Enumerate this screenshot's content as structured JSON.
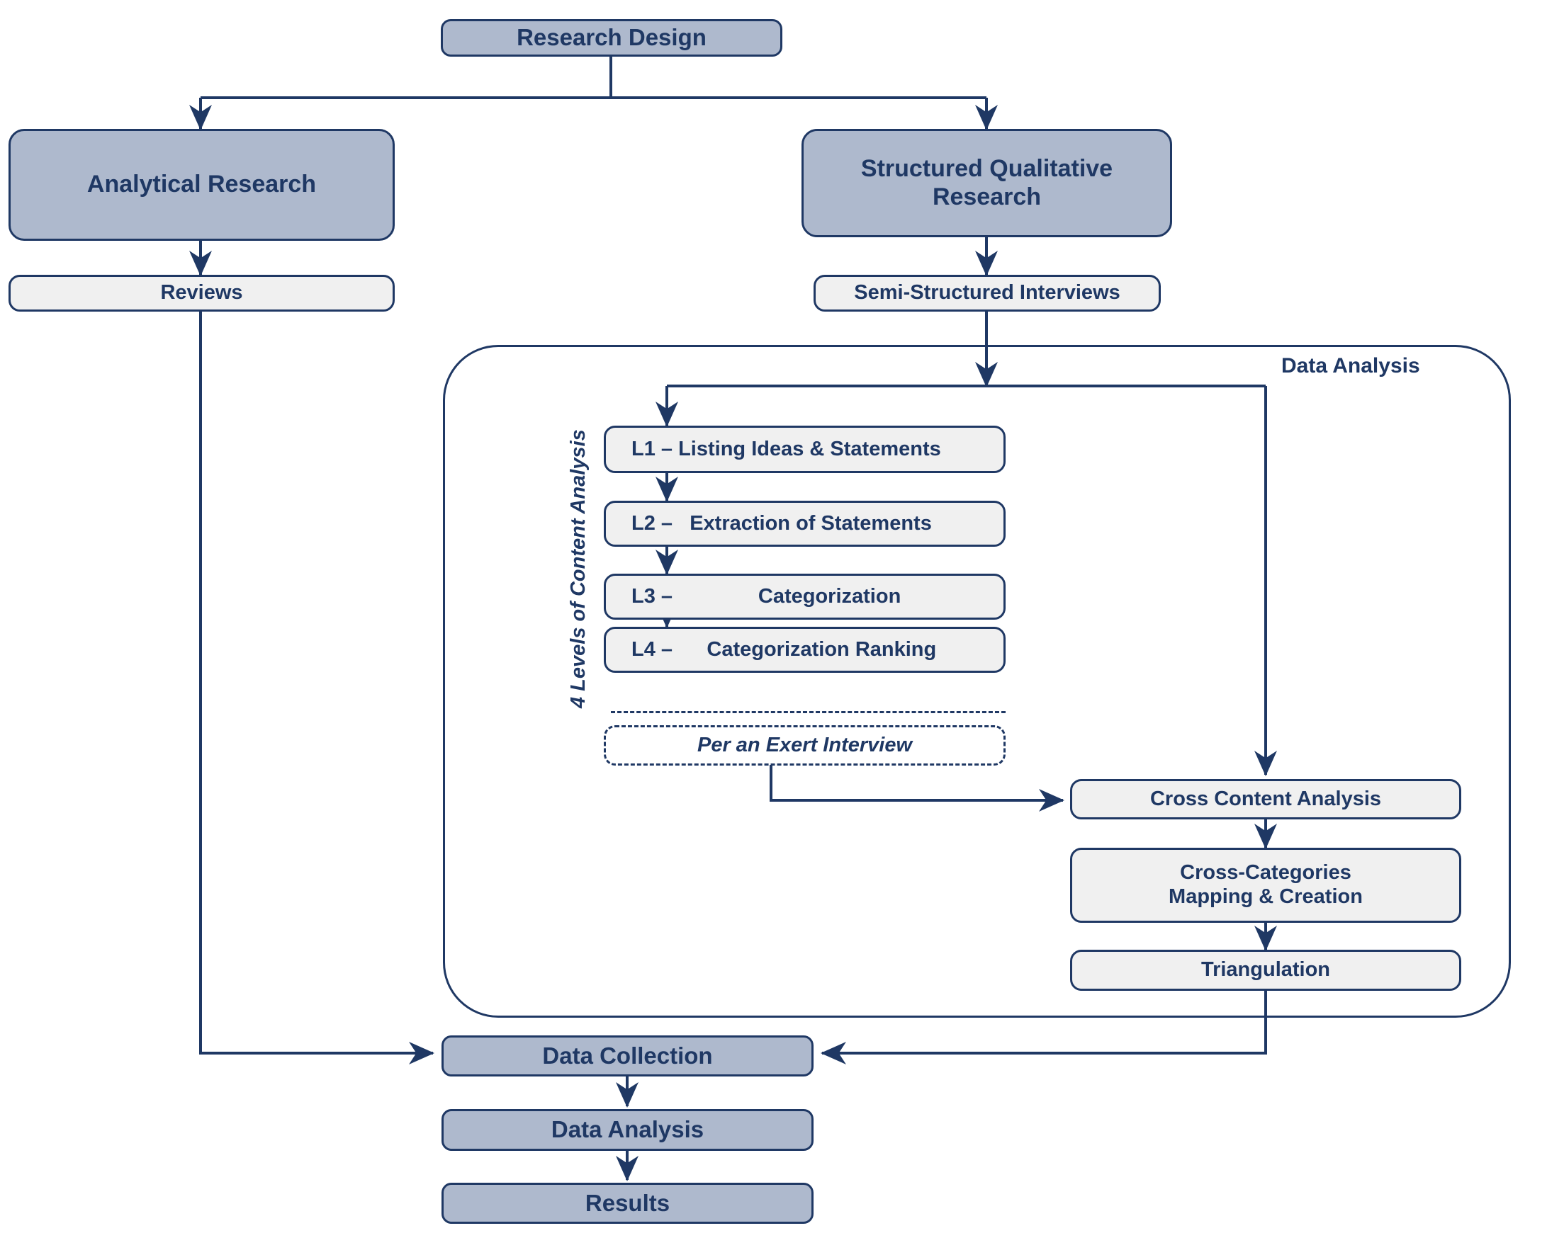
{
  "diagram": {
    "title": "Research Design Methodology Flowchart",
    "colors": {
      "accent_dark": "#1f3864",
      "fill_dark": "#aeb9cd",
      "fill_light": "#f0f0f0",
      "background": "#ffffff"
    },
    "nodes": {
      "research_design": "Research Design",
      "analytical_research": "Analytical Research",
      "structured_qualitative_research": "Structured Qualitative Research",
      "reviews": "Reviews",
      "semi_structured_interviews": "Semi-Structured Interviews",
      "data_analysis_container_label": "Data Analysis",
      "levels_side_label": "4 Levels of Content Analysis",
      "l1_key": "L1 – ",
      "l1_text": "Listing Ideas & Statements",
      "l2_key": "L2 –   ",
      "l2_text": "Extraction of Statements",
      "l3_key": "L3 –               ",
      "l3_text": "Categorization",
      "l4_key": "L4 –      ",
      "l4_text": "Categorization Ranking",
      "per_expert_interview": "Per an Exert Interview",
      "cross_content_analysis": "Cross Content Analysis",
      "cross_categories_line1": "Cross-Categories",
      "cross_categories_line2": "Mapping & Creation",
      "triangulation": "Triangulation",
      "data_collection": "Data Collection",
      "data_analysis": "Data Analysis",
      "results": "Results"
    },
    "edges": [
      {
        "from": "research_design",
        "to": "analytical_research"
      },
      {
        "from": "research_design",
        "to": "structured_qualitative_research"
      },
      {
        "from": "analytical_research",
        "to": "reviews"
      },
      {
        "from": "structured_qualitative_research",
        "to": "semi_structured_interviews"
      },
      {
        "from": "semi_structured_interviews",
        "to": "l1"
      },
      {
        "from": "semi_structured_interviews",
        "to": "cross_content_analysis"
      },
      {
        "from": "l1",
        "to": "l2"
      },
      {
        "from": "l2",
        "to": "l3"
      },
      {
        "from": "l3",
        "to": "l4"
      },
      {
        "from": "per_expert_interview",
        "to": "cross_content_analysis"
      },
      {
        "from": "cross_content_analysis",
        "to": "cross_categories"
      },
      {
        "from": "cross_categories",
        "to": "triangulation"
      },
      {
        "from": "triangulation",
        "to": "data_collection"
      },
      {
        "from": "reviews",
        "to": "data_collection"
      },
      {
        "from": "data_collection",
        "to": "data_analysis"
      },
      {
        "from": "data_analysis",
        "to": "results"
      }
    ]
  }
}
